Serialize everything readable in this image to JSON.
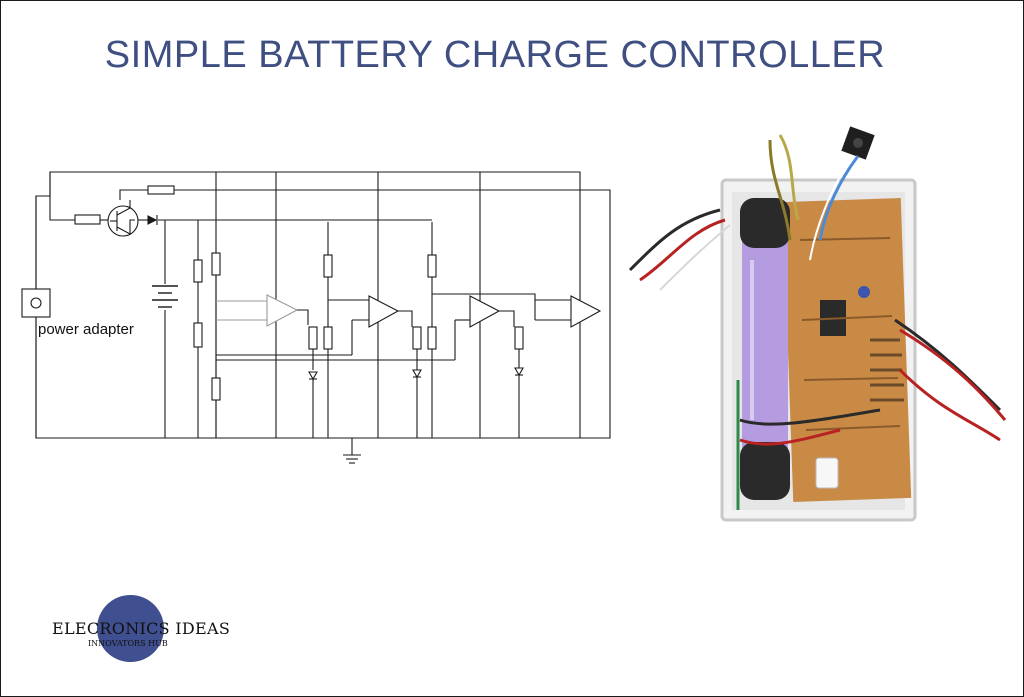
{
  "title": "SIMPLE BATTERY CHARGE CONTROLLER",
  "schematic": {
    "adapter_label": "power adapter"
  },
  "logo": {
    "name": "ELECRONICS IDEAS",
    "tagline": "INNOVATORS HUB",
    "color": "#3f4f8f"
  },
  "colors": {
    "title": "#3f4f82",
    "wire": "#1a1a1a",
    "pcb": "#c98a45",
    "enclosure": "#f2f2f2",
    "battery": "#b59be0"
  }
}
